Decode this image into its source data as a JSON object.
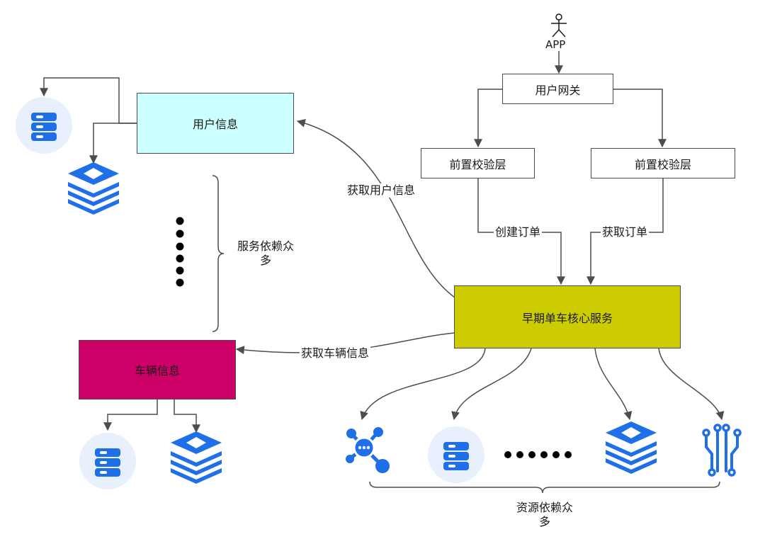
{
  "actor": {
    "label": "APP"
  },
  "nodes": {
    "gateway": "用户网关",
    "pre_check_left": "前置校验层",
    "pre_check_right": "前置校验层",
    "user_info": "用户信息",
    "core_service": "早期单车核心服务",
    "vehicle_info": "车辆信息"
  },
  "edges": {
    "create_order": "创建订单",
    "get_order": "获取订单",
    "get_user_info": "获取用户信息",
    "get_vehicle_info": "获取车辆信息"
  },
  "braces": {
    "services_line1": "服务依赖众",
    "services_line2": "多",
    "resources_line1": "资源依赖众",
    "resources_line2": "多"
  },
  "icons": [
    "database-icon",
    "layered-storage-icon",
    "message-queue-icon",
    "circuit-icon",
    "ellipsis-dots-icon"
  ],
  "colors": {
    "user_info_fill": "#ccffff",
    "core_service_fill": "#cccc00",
    "vehicle_info_fill": "#cc0066",
    "icon_blue": "#1e6fe8",
    "icon_bg": "#e9f0fd",
    "line": "#4d4d4d"
  }
}
